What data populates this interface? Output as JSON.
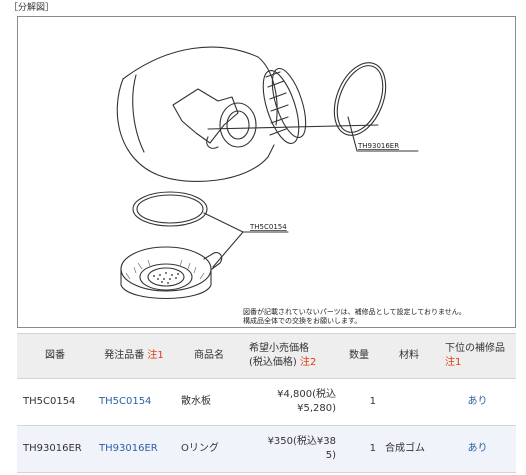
{
  "section_label": "［分解図］",
  "diagram": {
    "callout_ring_top": "TH93016ER",
    "callout_ring_bottom": "TH5C0154",
    "note_line1": "図番が記載されていないパーツは、補修品として設定しておりません。",
    "note_line2": "構成品全体での交換をお願いします。"
  },
  "table": {
    "headers": {
      "figure_no": "図番",
      "order_no": "発注品番",
      "order_no_note": "注1",
      "product_name": "商品名",
      "price_line1": "希望小売価格",
      "price_line2": "(税込価格)",
      "price_note": "注2",
      "quantity": "数量",
      "material": "材料",
      "lower_parts": "下位の補修品",
      "lower_parts_note": "注1"
    },
    "rows": [
      {
        "figure_no": "TH5C0154",
        "order_no": "TH5C0154",
        "product_name": "散水板",
        "price_line1": "¥4,800(税込",
        "price_line2": "¥5,280)",
        "quantity": "1",
        "material": "",
        "lower_parts": "あり"
      },
      {
        "figure_no": "TH93016ER",
        "order_no": "TH93016ER",
        "product_name": "Oリング",
        "price_line1": "¥350(税込¥38",
        "price_line2": "5)",
        "quantity": "1",
        "material": "合成ゴム",
        "lower_parts": "あり"
      }
    ]
  },
  "colors": {
    "link": "#2c5fa8",
    "note_red": "#d9400f",
    "header_bg": "#eeeeee",
    "alt_row_bg": "#f0f4fa"
  }
}
